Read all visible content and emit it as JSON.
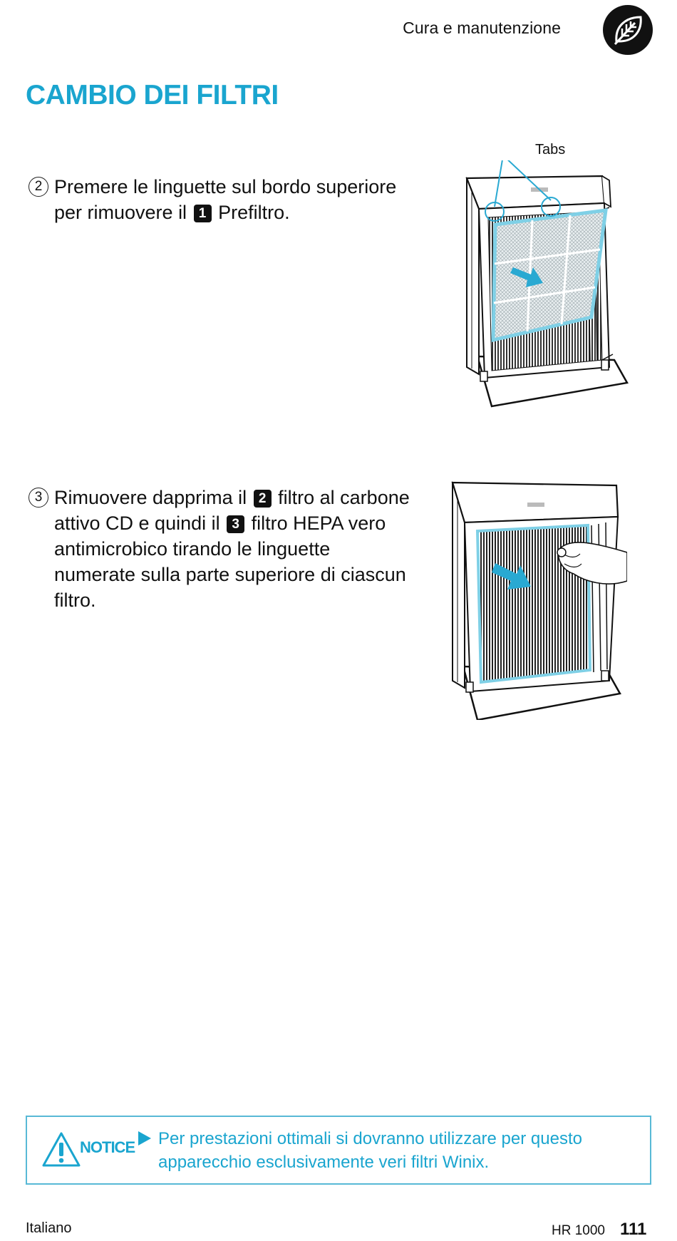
{
  "header": {
    "section": "Cura e manutenzione",
    "icon": "leaf-icon"
  },
  "title": "CAMBIO DEI FILTRI",
  "steps": [
    {
      "number": "2",
      "text_before": "Premere le linguette sul bordo superiore per rimuovere il",
      "badge": "1",
      "text_after": "Prefiltro."
    },
    {
      "number": "3",
      "text_before": "Rimuovere dapprima il",
      "badge1": "2",
      "text_middle": "filtro al carbone attivo CD e quindi il",
      "badge2": "3",
      "text_after": "filtro HEPA vero antimicrobico tirando le linguette numerate sulla parte superiore di ciascun filtro."
    }
  ],
  "figures": {
    "figure1_label": "Tabs"
  },
  "notice": {
    "label": "NOTICE",
    "icon": "warning-icon",
    "arrow_icon": "play-arrow-icon",
    "text": "Per prestazioni ottimali si dovranno utilizzare per questo apparecchio esclusivamente veri filtri Winix."
  },
  "footer": {
    "language": "Italiano",
    "model": "HR 1000",
    "page": "111"
  },
  "colors": {
    "accent": "#1aa5cf",
    "notice_border": "#58b9d6",
    "filter_outline": "#7fd0e6"
  }
}
